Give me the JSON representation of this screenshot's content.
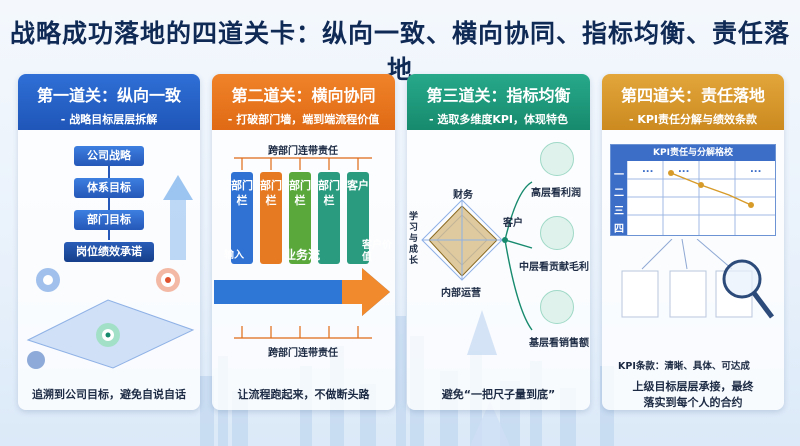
{
  "title": "战略成功落地的四道关卡：纵向一致、横向协同、指标均衡、责任落地",
  "card1": {
    "heading": "第一道关：纵向一致",
    "sub": "- 战略目标层层拆解",
    "levels": [
      "公司战略",
      "体系目标",
      "部门目标",
      "岗位绩效承诺"
    ],
    "footer": "追溯到公司目标，避免自说自话"
  },
  "card2": {
    "heading": "第二道关：横向协同",
    "sub": "- 打破部门墙，端到端流程价值",
    "top_label": "跨部门连带责任",
    "bottom_label": "跨部门连带责任",
    "columns": [
      "部门栏",
      "部门栏",
      "部门栏",
      "部门栏",
      "客户"
    ],
    "input": "输入",
    "flow": "业务流",
    "output": "客户价值",
    "footer": "让流程跑起来，不做断头路"
  },
  "card3": {
    "heading": "第三道关：指标均衡",
    "sub": "- 选取多维度KPI，体现特色",
    "radar_axes": [
      "财务",
      "客户",
      "内部运营",
      "学习与成长"
    ],
    "levels": [
      "高层看利润",
      "中层看贡献毛利",
      "基层看销售额"
    ],
    "footer": "避免“一把尺子量到底”"
  },
  "card4": {
    "heading": "第四道关：责任落地",
    "sub": "- KPI责任分解与绩效条款",
    "table_title": "KPI责任与分解格校",
    "row_labels": [
      "一",
      "二",
      "三",
      "四"
    ],
    "cell_mark": "...",
    "clause": "KPI条款：清晰、具体、可达成",
    "footer_line1": "上级目标层层承接，最终",
    "footer_line2": "落实到每个人的合约"
  },
  "colors": {
    "blue": "#2558b8",
    "orange": "#e06a15",
    "green": "#178a6d",
    "gold": "#cc8a1f"
  }
}
